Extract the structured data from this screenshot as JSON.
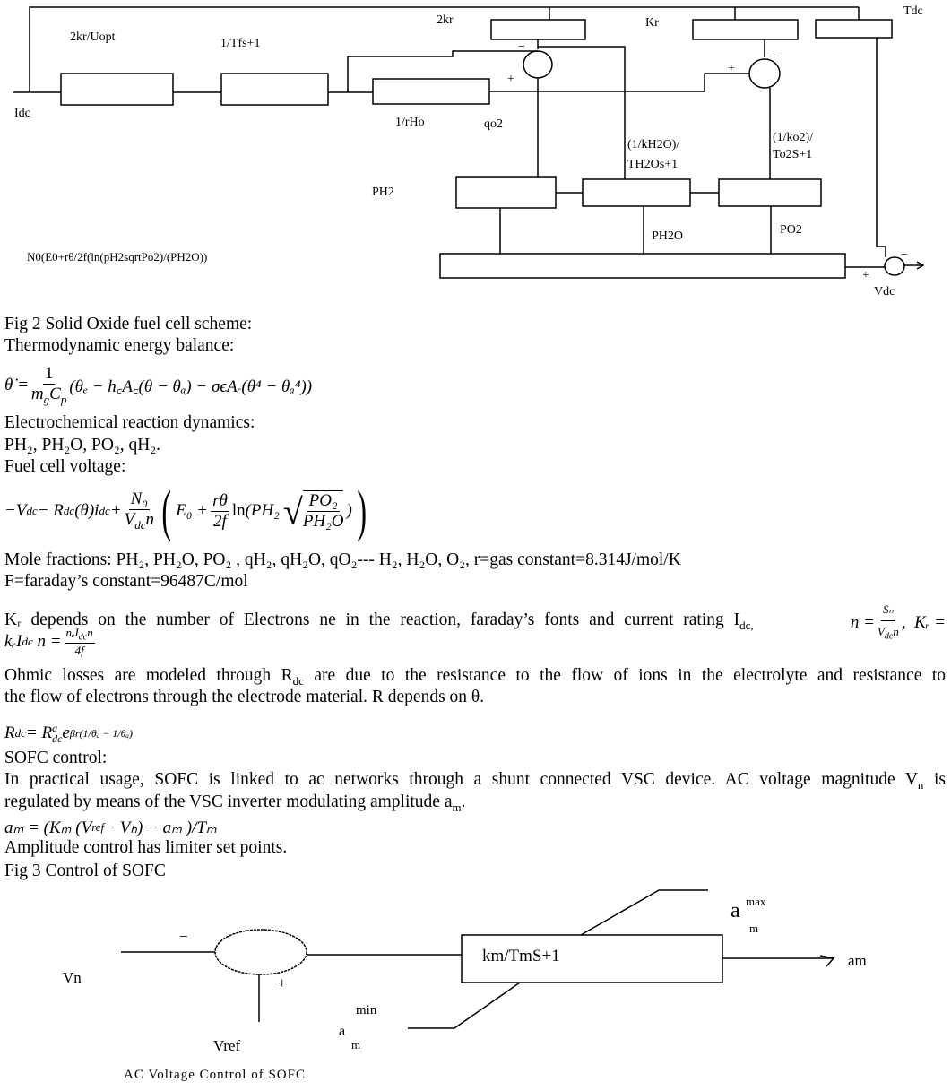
{
  "fig2_diagram": {
    "labels": {
      "gain_2kr_uopt": "2kr/Uopt",
      "lag_tfs": "1/Tfs+1",
      "gain_2kr": "2kr",
      "gain_kr": "Kr",
      "tdc": "Tdc",
      "idc": "Idc",
      "inv_rho": "1/rHo",
      "qo2": "qo2",
      "h2o_tf_1": "(1/kH2O)/",
      "h2o_tf_2": "TH2Os+1",
      "o2_tf_1": "(1/ko2)/",
      "o2_tf_2": "To2S+1",
      "ph2": "PH2",
      "ph2o": "PH2O",
      "po2": "PO2",
      "nernst": "N0(E0+rθ/2f(ln(pH2sqrtPo2)/(PH2O))",
      "vdc": "Vdc",
      "minus": "−",
      "plus": "+"
    }
  },
  "text": {
    "fig2_caption": "Fig 2  Solid Oxide fuel cell scheme:",
    "thermo_heading": "Thermodynamic energy balance:",
    "electrochem_heading": "Electrochemical reaction dynamics:",
    "electrochem_vars": "PH₂, PH₂O, PO₂, qH₂.",
    "voltage_heading": "Fuel cell voltage:",
    "mole_fractions": "Mole fractions: PH₂, PH₂O, PO₂ , qH₂, qH₂O, qO₂--- H₂, H₂O, O₂, r=gas constant=8.314J/mol/K",
    "faraday": "F=faraday’s constant=96487C/mol",
    "kr_text": "Kᵣ depends on the number of Electrons ne in the reaction, faraday’s fonts and current rating I",
    "kr_text_sub": "dc,",
    "ohmic_1": "Ohmic losses are modeled through R",
    "ohmic_1_sub": "dc",
    "ohmic_1_rest": " are due to the resistance to the flow of ions in the electrolyte and resistance to",
    "ohmic_2": "the flow of   electrons through the electrode material. R depends on θ.",
    "sofc_control": "SOFC control:",
    "practical_1": "In practical usage, SOFC is linked to ac networks through a shunt connected VSC device. AC voltage magnitude V",
    "practical_1_sub": "n",
    "practical_1_rest": " is",
    "practical_2": "regulated by means of the VSC inverter modulating amplitude a",
    "practical_2_sub": "m",
    "practical_2_end": ".",
    "amplitude_limits": "Amplitude control has limiter set points.",
    "fig3_caption": "Fig 3 Control of SOFC"
  },
  "equations": {
    "thermo": {
      "lhs": "θ̇ =",
      "num": "1",
      "den": "m",
      "den_sub1": "g",
      "den2": "C",
      "den_sub2": "p",
      "body": "(θₑ − h꜀A꜀(θ − θₐ) − σϵAᵣ(θ⁴ − θₐ⁴))"
    },
    "voltage": {
      "lhs": "−V",
      "lhs_sub": "dc",
      "mid": " − R",
      "mid_sub": "dc",
      "mid2": "(θ)i",
      "mid2_sub": "dc",
      "plus": " +",
      "num": "N₀",
      "den": "V",
      "den_sub": "dc",
      "den2": "n",
      "e0": "E₀ +",
      "rt": "rθ",
      "two_f": "2f",
      "ln": "ln",
      "ph2": "(PH₂",
      "po2": "PO₂",
      "ph2o": "PH₂O",
      "close": ")"
    },
    "n_def": {
      "lhs": "n =",
      "num": "Sₙ",
      "den": "V",
      "den_sub": "dc",
      "den2": "n",
      "sep": ",",
      "kr": "Kᵣ ="
    },
    "kr_def": {
      "lhs": "kᵣI",
      "lhs_sub": "dc",
      "lhs2": "n =",
      "num": "nₑI",
      "num_sub": "dc",
      "num2": "n",
      "den": "4f"
    },
    "rdc": {
      "lhs": "R",
      "lhs_sub": "dc",
      "eq": " = R",
      "sup": "a",
      "sub": "dc",
      "e": "e",
      "exp": "βr(1/θₐ − 1/θₐ)"
    },
    "am": {
      "text": "aₘ = (Kₘ (V",
      "sup": "ref",
      "rest": " − Vₕ) − aₘ )/Tₘ"
    }
  },
  "fig3_diagram": {
    "labels": {
      "vn": "Vn",
      "vref": "Vref",
      "minus": "−",
      "plus": "+",
      "block": "km/TmS+1",
      "output": "am",
      "max_a": "a",
      "max_sup": "max",
      "max_sub": "m",
      "min_sup": "min",
      "min_a": "a",
      "min_sub": "m",
      "caption": "AC Voltage Control of SOFC"
    }
  }
}
